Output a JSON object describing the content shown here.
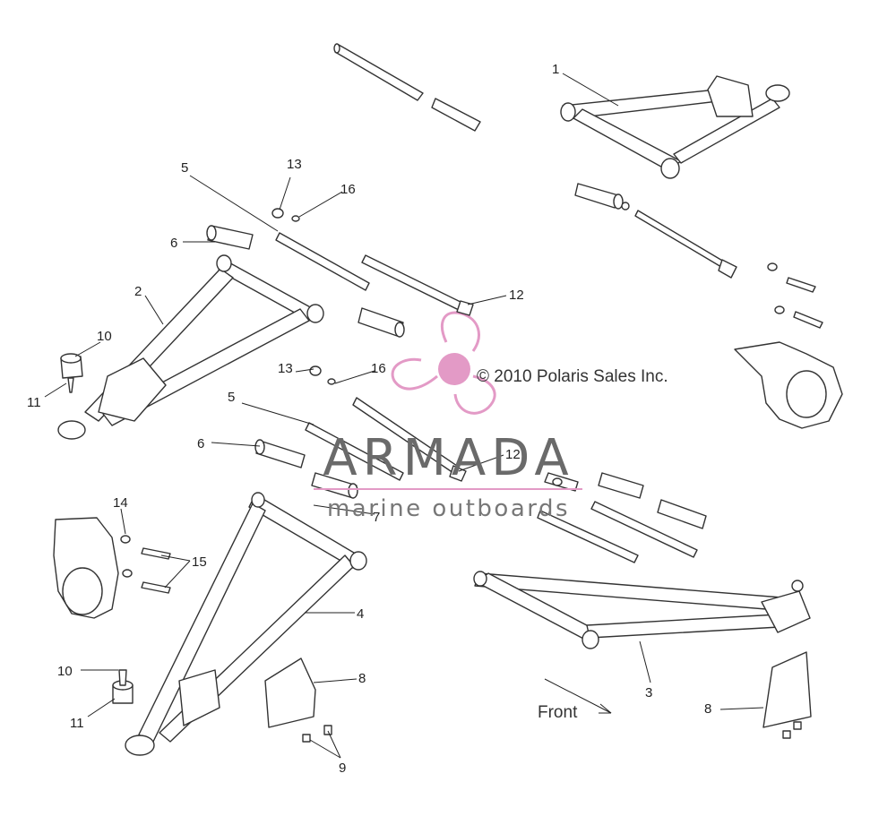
{
  "diagram": {
    "copyright": "© 2010 Polaris Sales Inc.",
    "direction_label": "Front",
    "watermark": {
      "brand": "ARMADA",
      "tagline": "marine outboards",
      "accent_color": "#e39ac6"
    },
    "callouts": {
      "c1": "1",
      "c2": "2",
      "c3": "3",
      "c4": "4",
      "c5a": "5",
      "c5b": "5",
      "c6a": "6",
      "c6b": "6",
      "c7": "7",
      "c8a": "8",
      "c8b": "8",
      "c9": "9",
      "c10a": "10",
      "c10b": "10",
      "c11a": "11",
      "c11b": "11",
      "c12a": "12",
      "c12b": "12",
      "c13a": "13",
      "c13b": "13",
      "c14": "14",
      "c15": "15",
      "c16a": "16",
      "c16b": "16"
    }
  }
}
